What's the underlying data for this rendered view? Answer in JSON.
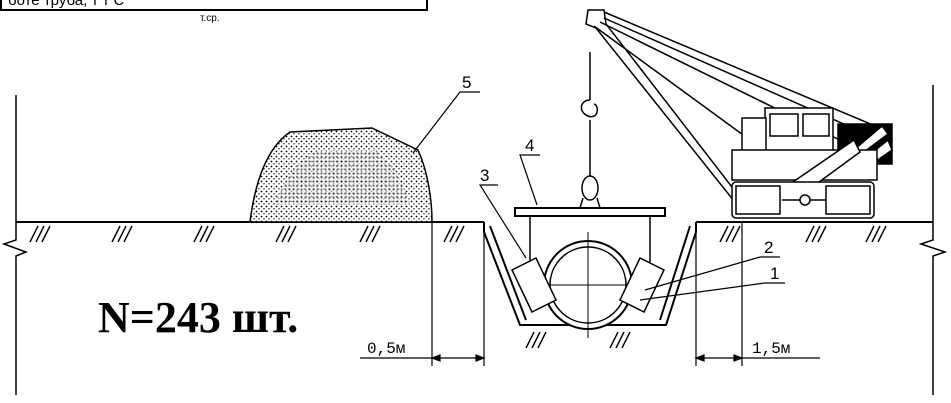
{
  "header": {
    "text": "боте труба, т      т С",
    "subscript": "т.ср."
  },
  "callouts": [
    "1",
    "2",
    "3",
    "4",
    "5"
  ],
  "dimensions": {
    "left": "0,5м",
    "right": "1,5м"
  },
  "count_label": "N=243 шт."
}
